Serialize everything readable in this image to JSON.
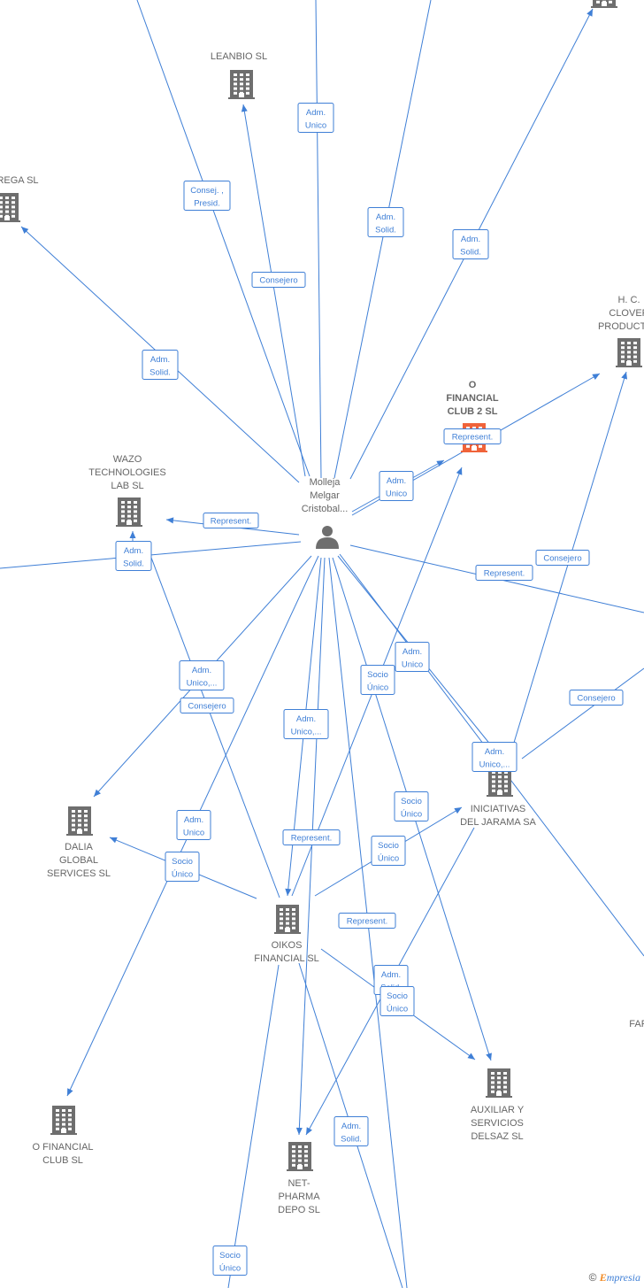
{
  "center": {
    "label": [
      "Molleja",
      "Melgar",
      "Cristobal..."
    ]
  },
  "companies": [
    {
      "id": "leanbio",
      "label": [
        "LEANBIO  SL"
      ]
    },
    {
      "id": "rega",
      "label": [
        "REGA  SL"
      ]
    },
    {
      "id": "hc-clover",
      "label": [
        "H.  C.",
        "CLOVER",
        "PRODUCTOS"
      ]
    },
    {
      "id": "ofc2",
      "label": [
        "O",
        "FINANCIAL",
        "CLUB 2  SL"
      ],
      "highlight": true
    },
    {
      "id": "wazo",
      "label": [
        "WAZO",
        "TECHNOLOGIES",
        "LAB  SL"
      ]
    },
    {
      "id": "dalia",
      "label": [
        "DALIA",
        "GLOBAL",
        "SERVICES  SL"
      ]
    },
    {
      "id": "iniciativas",
      "label": [
        "INICIATIVAS",
        "DEL JARAMA SA"
      ]
    },
    {
      "id": "oikos",
      "label": [
        "OIKOS",
        "FINANCIAL  SL"
      ]
    },
    {
      "id": "auxiliar",
      "label": [
        "AUXILIAR Y",
        "SERVICIOS",
        "DELSAZ SL"
      ]
    },
    {
      "id": "ofc",
      "label": [
        "O FINANCIAL",
        "CLUB  SL"
      ]
    },
    {
      "id": "netpharma",
      "label": [
        "NET-",
        "PHARMA",
        "DEPO  SL"
      ]
    },
    {
      "id": "far",
      "label": [
        "FAR"
      ]
    },
    {
      "id": "top-right",
      "label": []
    }
  ],
  "edge_labels": [
    {
      "id": "e1",
      "lines": [
        "Adm.",
        "Unico"
      ]
    },
    {
      "id": "e2",
      "lines": [
        "Consej. ,",
        "Presid."
      ]
    },
    {
      "id": "e3",
      "lines": [
        "Adm.",
        "Solid."
      ]
    },
    {
      "id": "e4",
      "lines": [
        "Adm.",
        "Solid."
      ]
    },
    {
      "id": "e5",
      "lines": [
        "Consejero"
      ]
    },
    {
      "id": "e6",
      "lines": [
        "Adm.",
        "Solid."
      ]
    },
    {
      "id": "e7",
      "lines": [
        "Represent."
      ]
    },
    {
      "id": "e8",
      "lines": [
        "Adm.",
        "Unico"
      ]
    },
    {
      "id": "e9",
      "lines": [
        "Represent."
      ]
    },
    {
      "id": "e10",
      "lines": [
        "Adm.",
        "Solid."
      ]
    },
    {
      "id": "e11",
      "lines": [
        "Consejero"
      ]
    },
    {
      "id": "e12",
      "lines": [
        "Represent."
      ]
    },
    {
      "id": "e13",
      "lines": [
        "Adm.",
        "Unico,..."
      ]
    },
    {
      "id": "e14",
      "lines": [
        "Consejero"
      ]
    },
    {
      "id": "e15",
      "lines": [
        "Adm.",
        "Unico"
      ]
    },
    {
      "id": "e16",
      "lines": [
        "Socio",
        "Único"
      ]
    },
    {
      "id": "e17",
      "lines": [
        "Adm.",
        "Unico,..."
      ]
    },
    {
      "id": "e18",
      "lines": [
        "Consejero"
      ]
    },
    {
      "id": "e19",
      "lines": [
        "Adm.",
        "Unico,..."
      ]
    },
    {
      "id": "e20",
      "lines": [
        "Socio",
        "Único"
      ]
    },
    {
      "id": "e21",
      "lines": [
        "Adm.",
        "Unico"
      ]
    },
    {
      "id": "e22",
      "lines": [
        "Represent."
      ]
    },
    {
      "id": "e23",
      "lines": [
        "Socio",
        "Único"
      ]
    },
    {
      "id": "e24",
      "lines": [
        "Socio",
        "Único"
      ]
    },
    {
      "id": "e25",
      "lines": [
        "Represent."
      ]
    },
    {
      "id": "e26",
      "lines": [
        "Adm.",
        "Solid."
      ]
    },
    {
      "id": "e27",
      "lines": [
        "Socio",
        "Único"
      ]
    },
    {
      "id": "e28",
      "lines": [
        "Adm.",
        "Solid."
      ]
    },
    {
      "id": "e29",
      "lines": [
        "Socio",
        "Único"
      ]
    }
  ],
  "footer": {
    "copyright": "©",
    "brand_initial": "E",
    "brand_rest": "mpresia"
  },
  "colors": {
    "edge": "#3f7fd6",
    "node": "#6e6e6e",
    "highlight": "#f0633a",
    "text": "#666666"
  },
  "icons": {
    "company": "building-icon",
    "person": "person-icon"
  }
}
